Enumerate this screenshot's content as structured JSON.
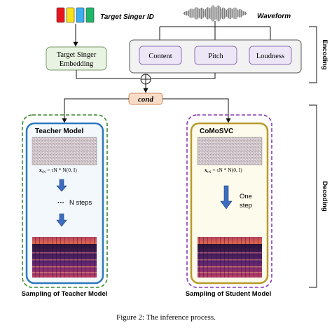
{
  "colors": {
    "singer_id_bars": [
      "#e8141c",
      "#f7e21c",
      "#3aaef0",
      "#1fb86a",
      "#4a2fa0"
    ],
    "embedding_fill": "#e8f3e2",
    "embedding_border": "#7a9a6a",
    "encoding_panel_fill": "#f2f2f2",
    "feature_fill": "#ede6f6",
    "feature_border": "#8a70b8",
    "cond_fill": "#f8dcc8",
    "cond_border": "#d08a60",
    "teacher_dash": "#3a8a2a",
    "teacher_frame": "#2e78c0",
    "teacher_fill": "#f3f8fc",
    "student_dash": "#8a3ab8",
    "student_frame": "#b89a28",
    "student_fill": "#fdfbeb",
    "arrow_blue": "#3b6ec0"
  },
  "top": {
    "singer_id_label": "Target Singer ID",
    "waveform_label": "Waveform",
    "embedding_label_line1": "Target Singer",
    "embedding_label_line2": "Embedding"
  },
  "features": [
    "Content",
    "Pitch",
    "Loudness"
  ],
  "side_labels": {
    "encoding": "Encoding",
    "decoding": "Decoding"
  },
  "cond_label": "cond",
  "plus_symbol": "⊕",
  "teacher": {
    "title": "Teacher Model",
    "noise_eq_lhs": "x",
    "noise_eq_sub": "τN",
    "noise_eq_rhs": " = τN * N(0, I)",
    "steps_dots": "···",
    "steps_label": "N steps",
    "caption": "Sampling of Teacher Model"
  },
  "student": {
    "title": "CoMoSVC",
    "noise_eq_lhs": "x",
    "noise_eq_sub": "τN",
    "noise_eq_rhs": " = τN * N(0, I)",
    "step_label_line1": "One",
    "step_label_line2": "step",
    "caption": "Sampling of Student Model"
  },
  "figure_caption": "Figure 2: The inference process."
}
